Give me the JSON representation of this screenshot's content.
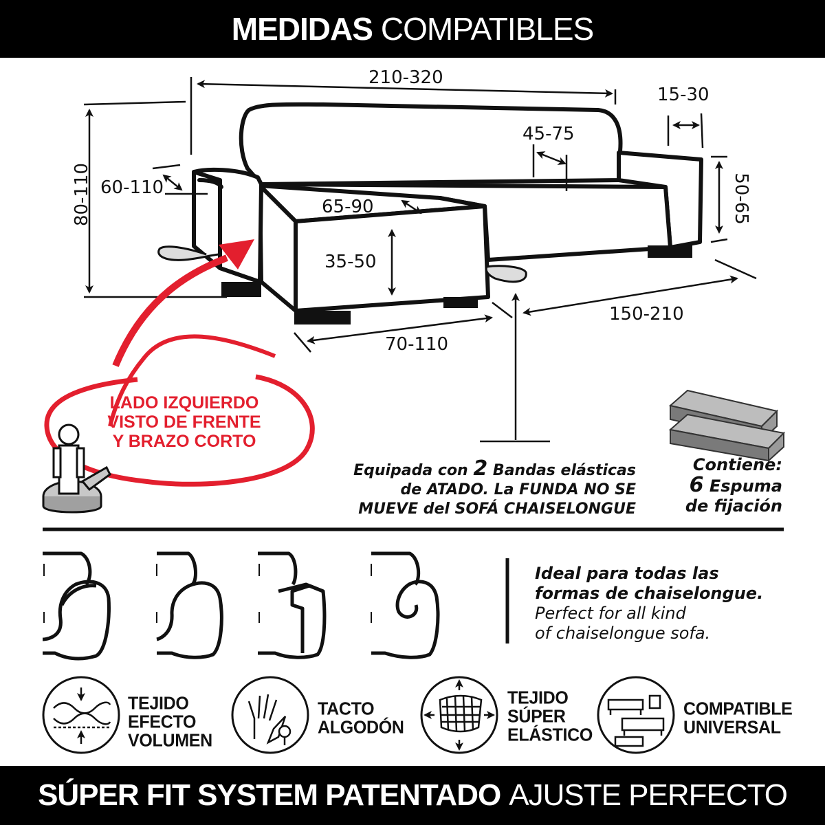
{
  "header": {
    "title_bold": "MEDIDAS",
    "title_light": "COMPATIBLES"
  },
  "dimensions": {
    "total_width": "210-320",
    "arm_width": "15-30",
    "backrest_depth": "45-75",
    "height": "80-110",
    "arm_depth": "60-110",
    "seat_depth": "65-90",
    "seat_height": "35-50",
    "back_height": "50-65",
    "sofa_depth": "150-210",
    "chaise_width": "70-110"
  },
  "callout": {
    "lines": [
      "LADO IZQUIERDO",
      "VISTO DE FRENTE",
      "Y BRAZO CORTO"
    ]
  },
  "elastic_note": {
    "line1_prefix": "Equipada con ",
    "line1_number": "2",
    "line1_suffix": " Bandas elásticas",
    "line2": "de ATADO. La FUNDA NO SE",
    "line3": "MUEVE del SOFÁ CHAISELONGUE"
  },
  "foam_note": {
    "line1": "Contiene:",
    "line2_number": "6",
    "line2_suffix": " Espuma",
    "line3": "de fijación"
  },
  "ideal": {
    "line1": "Ideal para todas las",
    "line2": "formas de chaiselongue.",
    "line3": "Perfect for all kind",
    "line4": "of chaiselongue sofa."
  },
  "features": [
    {
      "icon": "volume-fabric-icon",
      "lines": [
        "TEJIDO",
        "EFECTO",
        "VOLUMEN"
      ]
    },
    {
      "icon": "cotton-hand-icon",
      "lines": [
        "TACTO",
        "ALGODÓN"
      ]
    },
    {
      "icon": "stretch-fabric-icon",
      "lines": [
        "TEJIDO",
        "SÚPER",
        "ELÁSTICO"
      ]
    },
    {
      "icon": "universal-sofa-icon",
      "lines": [
        "COMPATIBLE",
        "UNIVERSAL"
      ]
    }
  ],
  "footer": {
    "title_bold": "SÚPER FIT SYSTEM PATENTADO",
    "title_light": "AJUSTE PERFECTO"
  },
  "colors": {
    "accent_red": "#e31f2e",
    "band_black": "#000000",
    "foam_gray": "#7a7a7a"
  }
}
